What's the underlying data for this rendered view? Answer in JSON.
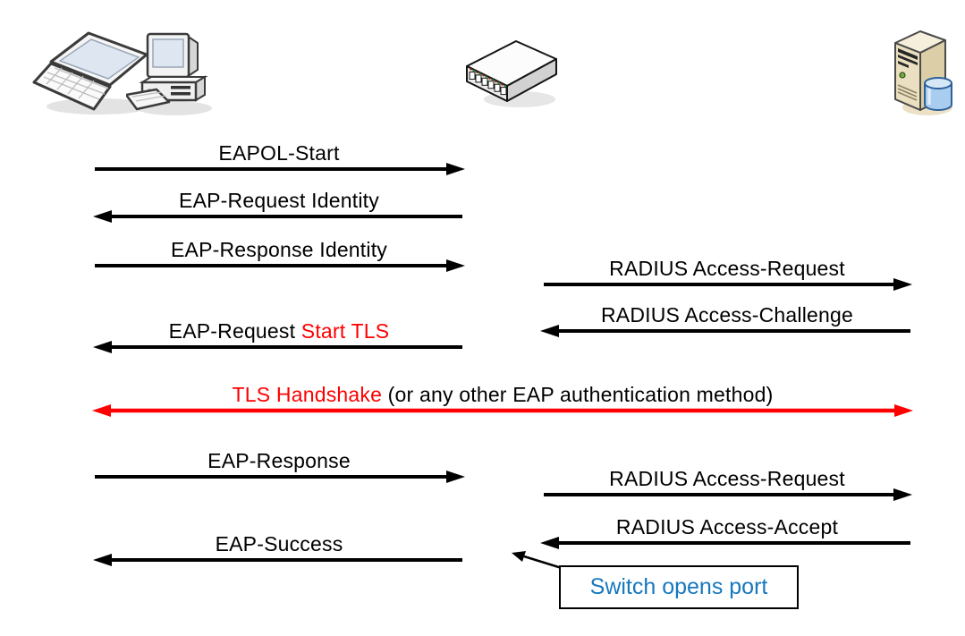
{
  "colors": {
    "background": "#ffffff",
    "arrow_black": "#000000",
    "arrow_red": "#fe0000",
    "highlight_red": "#fe0000",
    "callout_blue": "#1778be"
  },
  "entities": [
    {
      "icon": "laptop-icon"
    },
    {
      "icon": "desktop-computer-icon"
    },
    {
      "icon": "network-switch-icon"
    },
    {
      "icon": "server-database-icon"
    }
  ],
  "messages": [
    {
      "id": "eapol-start",
      "direction": "right",
      "lane": "client-switch",
      "parts": [
        {
          "text": "EAPOL-Start",
          "color": "#000000"
        }
      ]
    },
    {
      "id": "eap-request-identity",
      "direction": "left",
      "lane": "client-switch",
      "parts": [
        {
          "text": "EAP-Request Identity",
          "color": "#000000"
        }
      ]
    },
    {
      "id": "eap-response-identity",
      "direction": "right",
      "lane": "client-switch",
      "parts": [
        {
          "text": "EAP-Response Identity",
          "color": "#000000"
        }
      ]
    },
    {
      "id": "radius-access-request-1",
      "direction": "right",
      "lane": "switch-server",
      "parts": [
        {
          "text": "RADIUS Access-Request",
          "color": "#000000"
        }
      ]
    },
    {
      "id": "radius-access-challenge",
      "direction": "left",
      "lane": "switch-server",
      "parts": [
        {
          "text": "RADIUS Access-Challenge",
          "color": "#000000"
        }
      ]
    },
    {
      "id": "eap-request-start-tls",
      "direction": "left",
      "lane": "client-switch",
      "parts": [
        {
          "text": "EAP-Request ",
          "color": "#000000"
        },
        {
          "text": "Start TLS",
          "color": "#fe0000"
        }
      ]
    },
    {
      "id": "tls-handshake",
      "direction": "both",
      "lane": "client-server",
      "parts": [
        {
          "text": "TLS Handshake",
          "color": "#fe0000"
        },
        {
          "text": " (or any other EAP authentication method)",
          "color": "#000000"
        }
      ]
    },
    {
      "id": "eap-response",
      "direction": "right",
      "lane": "client-switch",
      "parts": [
        {
          "text": "EAP-Response",
          "color": "#000000"
        }
      ]
    },
    {
      "id": "radius-access-request-2",
      "direction": "right",
      "lane": "switch-server",
      "parts": [
        {
          "text": "RADIUS Access-Request",
          "color": "#000000"
        }
      ]
    },
    {
      "id": "radius-access-accept",
      "direction": "left",
      "lane": "switch-server",
      "parts": [
        {
          "text": "RADIUS Access-Accept",
          "color": "#000000"
        }
      ]
    },
    {
      "id": "eap-success",
      "direction": "left",
      "lane": "client-switch",
      "parts": [
        {
          "text": "EAP-Success",
          "color": "#000000"
        }
      ]
    }
  ],
  "callout": {
    "label": "Switch opens port",
    "text_color": "#1778be"
  }
}
